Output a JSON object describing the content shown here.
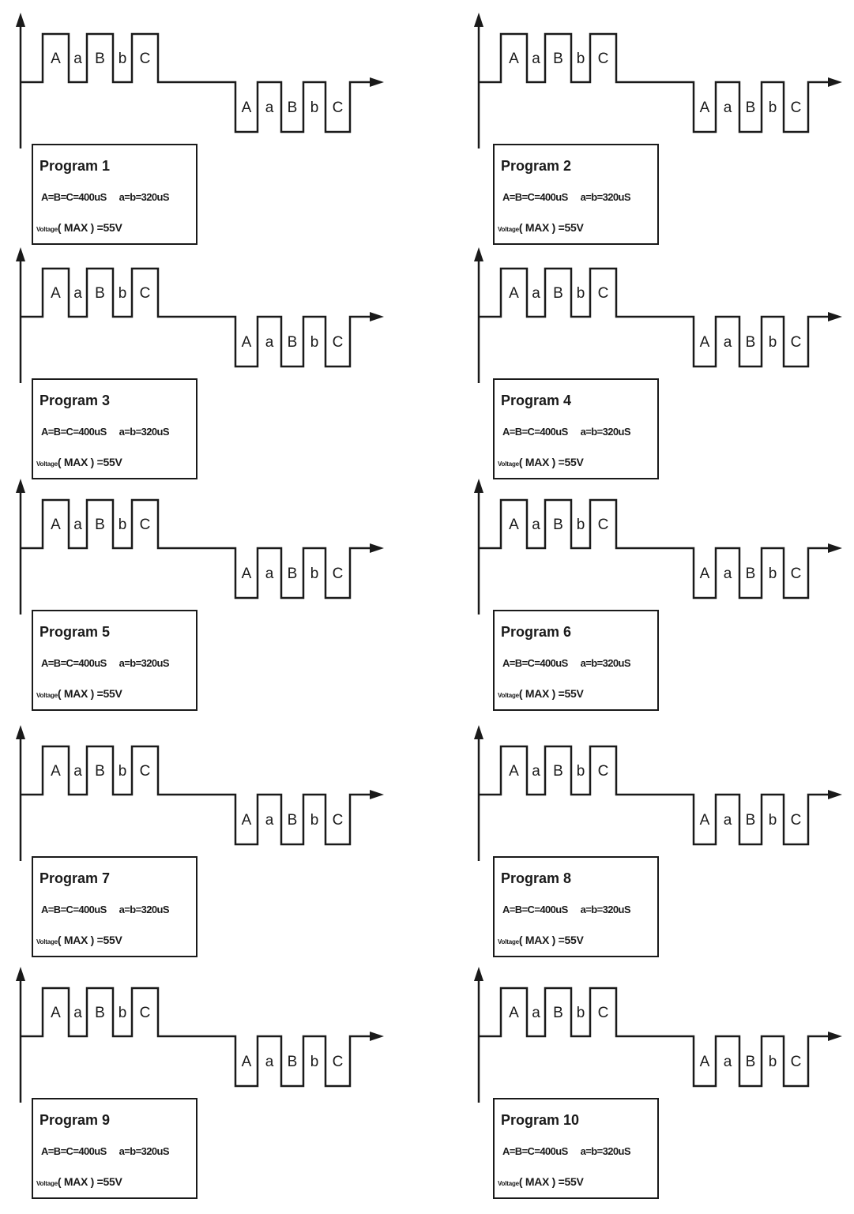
{
  "pulse_labels": [
    "A",
    "a",
    "B",
    "b",
    "C"
  ],
  "colors": {
    "line": "#1a1a1a",
    "background": "#ffffff"
  },
  "programs": [
    {
      "title": "Program 1",
      "timing_major": "A=B=C=400uS",
      "timing_minor": "a=b=320uS",
      "voltage_label": "Voltage",
      "voltage_max": "( MAX ) =55V"
    },
    {
      "title": "Program 2",
      "timing_major": "A=B=C=400uS",
      "timing_minor": "a=b=320uS",
      "voltage_label": "Voltage",
      "voltage_max": "( MAX ) =55V"
    },
    {
      "title": "Program 3",
      "timing_major": "A=B=C=400uS",
      "timing_minor": "a=b=320uS",
      "voltage_label": "Voltage",
      "voltage_max": "( MAX ) =55V"
    },
    {
      "title": "Program 4",
      "timing_major": "A=B=C=400uS",
      "timing_minor": "a=b=320uS",
      "voltage_label": "Voltage",
      "voltage_max": "( MAX ) =55V"
    },
    {
      "title": "Program 5",
      "timing_major": "A=B=C=400uS",
      "timing_minor": "a=b=320uS",
      "voltage_label": "Voltage",
      "voltage_max": "( MAX ) =55V"
    },
    {
      "title": "Program 6",
      "timing_major": "A=B=C=400uS",
      "timing_minor": "a=b=320uS",
      "voltage_label": "Voltage",
      "voltage_max": "( MAX ) =55V"
    },
    {
      "title": "Program 7",
      "timing_major": "A=B=C=400uS",
      "timing_minor": "a=b=320uS",
      "voltage_label": "Voltage",
      "voltage_max": "( MAX ) =55V"
    },
    {
      "title": "Program 8",
      "timing_major": "A=B=C=400uS",
      "timing_minor": "a=b=320uS",
      "voltage_label": "Voltage",
      "voltage_max": "( MAX ) =55V"
    },
    {
      "title": "Program 9",
      "timing_major": "A=B=C=400uS",
      "timing_minor": "a=b=320uS",
      "voltage_label": "Voltage",
      "voltage_max": "( MAX ) =55V"
    },
    {
      "title": "Program 10",
      "timing_major": "A=B=C=400uS",
      "timing_minor": "a=b=320uS",
      "voltage_label": "Voltage",
      "voltage_max": "( MAX ) =55V"
    }
  ]
}
